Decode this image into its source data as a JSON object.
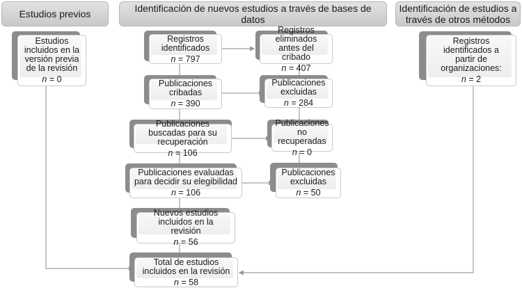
{
  "headers": {
    "previous": "Estudios previos",
    "databases": "Identificación de nuevos estudios a través de bases de datos",
    "other": "Identificación de estudios a través de otros métodos"
  },
  "n_label": "n",
  "boxes": {
    "previous_included": {
      "text": "Estudios incluidos en la versión previa de la revisión",
      "n": "= 0"
    },
    "records_identified": {
      "text": "Registros identificados",
      "n": "= 797"
    },
    "records_removed": {
      "text": "Registros eliminados antes del cribado",
      "n": "= 407"
    },
    "screened": {
      "text": "Publicaciones cribadas",
      "n": "= 390"
    },
    "excluded_screening": {
      "text": "Publicaciones excluidas",
      "n": "= 284"
    },
    "sought": {
      "text": "Publicaciones buscadas para su recuperación",
      "n": "= 106"
    },
    "not_retrieved": {
      "text": "Publicaciones no recuperadas",
      "n": "= 0"
    },
    "assessed": {
      "text": "Publicaciones evaluadas para decidir su elegibilidad",
      "n": "= 106"
    },
    "excluded_eligibility": {
      "text": "Publicaciones excluidas",
      "n": "= 50"
    },
    "new_included": {
      "text": "Nuevos estudios incluidos en la revisión",
      "n": "= 56"
    },
    "total_included": {
      "text": "Total de estudios incluidos en la revisión",
      "n": "= 58"
    },
    "organizations": {
      "text": "Registros identificados a partir de organizaciones:",
      "n": "= 2"
    }
  }
}
